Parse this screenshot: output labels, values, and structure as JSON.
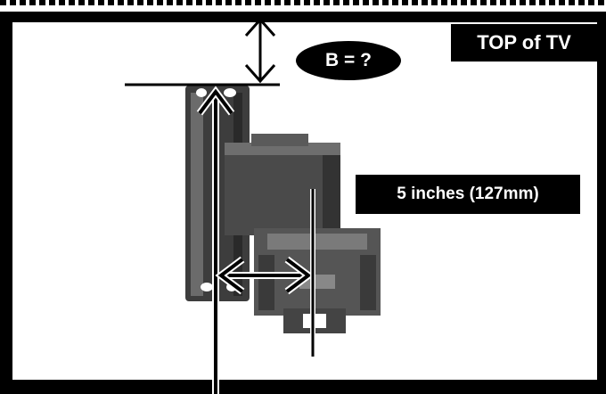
{
  "labels": {
    "top_of_tv": "TOP of TV",
    "distance": "5 inches (127mm)",
    "b_question": "B = ?"
  },
  "colors": {
    "frame": "#000000",
    "bracket": "#333333",
    "bracket_mid": "#555555",
    "highlight": "#8a8a8a",
    "background": "#ffffff"
  }
}
